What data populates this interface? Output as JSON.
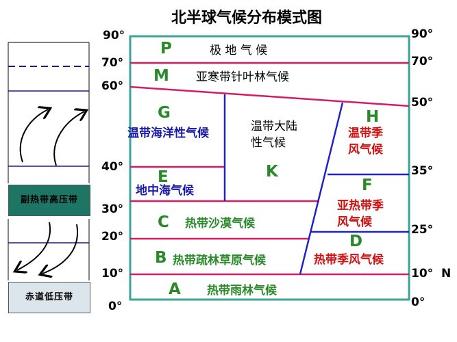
{
  "title": "北半球气候分布模式图",
  "left_panel": {
    "subtropical_high": "副热带高压带",
    "equatorial_low": "赤道低压带"
  },
  "lat_labels_left": [
    "90°",
    "70°",
    "60°",
    "40°",
    "30°",
    "20°",
    "10°",
    "0°"
  ],
  "lat_labels_right": [
    "90°",
    "70°",
    "50°",
    "35°",
    "25°",
    "10°",
    "0°"
  ],
  "north_label": "N",
  "zones": {
    "P": {
      "letter": "P",
      "name": "极 地 气 候"
    },
    "M": {
      "letter": "M",
      "name": "亚寒带针叶林气候"
    },
    "G": {
      "letter": "G",
      "name": "温带海洋性气候"
    },
    "E": {
      "letter": "E",
      "name": "地中海气候"
    },
    "K": {
      "letter": "K",
      "name_line1": "温带大陆",
      "name_line2": "性气候"
    },
    "H": {
      "letter": "H",
      "name_line1": "温带季",
      "name_line2": "风气候"
    },
    "F": {
      "letter": "F",
      "name_line1": "亚热带季",
      "name_line2": "风气候"
    },
    "C": {
      "letter": "C",
      "name": "热带沙漠气候"
    },
    "B": {
      "letter": "B",
      "name": "热带疏林草原气候"
    },
    "D": {
      "letter": "D",
      "name": "热带季风气候"
    },
    "A": {
      "letter": "A",
      "name": "热带雨林气候"
    }
  },
  "colors": {
    "frame": "#3aa39a",
    "boundary_red": "#d81b60",
    "boundary_blue": "#1e22c8",
    "belt_dark": "#1f7563",
    "belt_light": "#dce4ec"
  }
}
